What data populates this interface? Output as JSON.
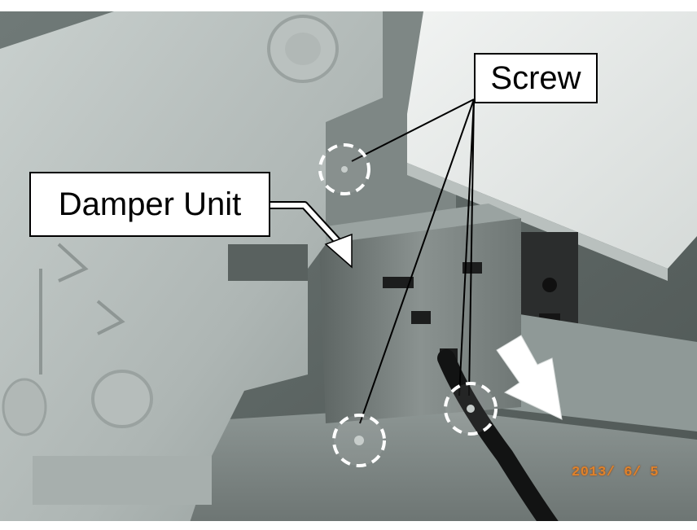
{
  "photo": {
    "labels": {
      "screw": "Screw",
      "damper_unit": "Damper Unit"
    },
    "date_stamp": "2013/ 6/ 5",
    "colors": {
      "callout_background": "#ffffff",
      "callout_border": "#000000",
      "marker": "#ffffff",
      "date_stamp": "#e0822a"
    },
    "screw_markers_count": 3
  }
}
